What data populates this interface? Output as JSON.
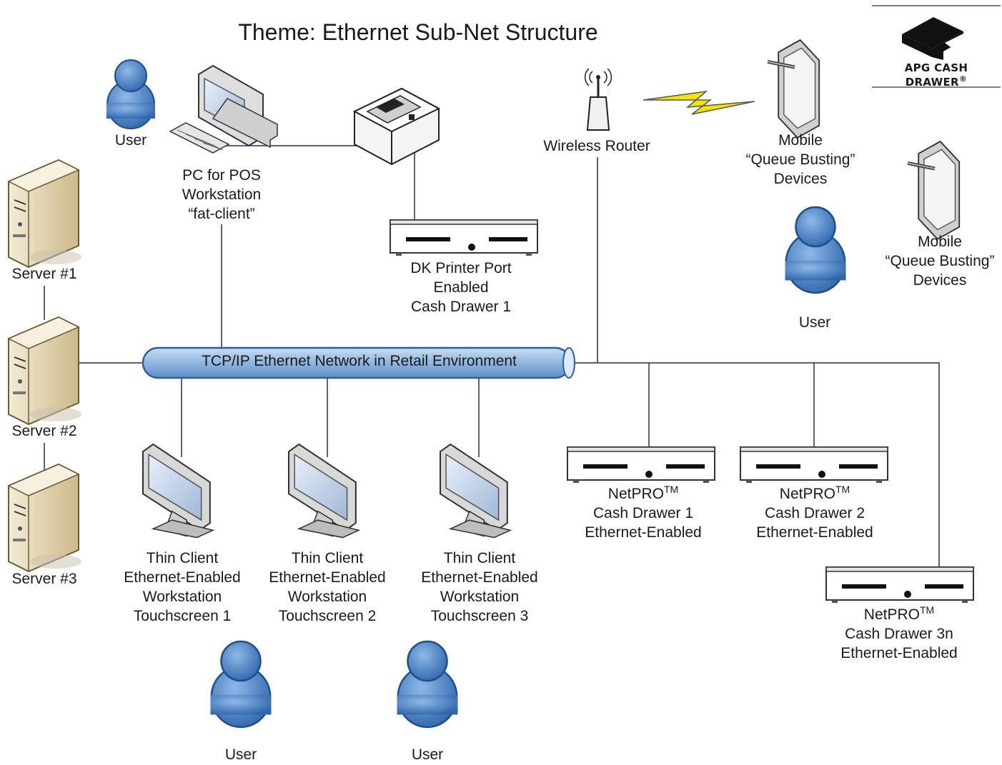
{
  "title": "Theme: Ethernet Sub-Net Structure",
  "logo": {
    "text": "APG CASH DRAWER",
    "mark": "®"
  },
  "network": {
    "label": "TCP/IP Ethernet Network in Retail Environment"
  },
  "nodes": {
    "user_top": "User",
    "pc": [
      "PC for POS",
      "Workstation",
      "“fat-client”"
    ],
    "dk_drawer": [
      "DK Printer Port",
      "Enabled",
      "Cash Drawer 1"
    ],
    "router": "Wireless Router",
    "mobile1": [
      "Mobile",
      "“Queue Busting”",
      "Devices"
    ],
    "mobile2": [
      "Mobile",
      "“Queue Busting”",
      "Devices"
    ],
    "user_mobile": "User",
    "server1": "Server #1",
    "server2": "Server #2",
    "server3": "Server #3",
    "thin1": [
      "Thin Client",
      "Ethernet-Enabled",
      "Workstation",
      "Touchscreen 1"
    ],
    "thin2": [
      "Thin Client",
      "Ethernet-Enabled",
      "Workstation",
      "Touchscreen 2"
    ],
    "thin3": [
      "Thin Client",
      "Ethernet-Enabled",
      "Workstation",
      "Touchscreen 3"
    ],
    "netpro1": {
      "name": "NetPRO",
      "tm": "TM",
      "lines": [
        "Cash Drawer 1",
        "Ethernet-Enabled"
      ]
    },
    "netpro2": {
      "name": "NetPRO",
      "tm": "TM",
      "lines": [
        "Cash Drawer 2",
        "Ethernet-Enabled"
      ]
    },
    "netpro3": {
      "name": "NetPRO",
      "tm": "TM",
      "lines": [
        "Cash Drawer 3n",
        "Ethernet-Enabled"
      ]
    },
    "user_bottom1": "User",
    "user_bottom2": "User"
  },
  "colors": {
    "person_fill": "#4a86c8",
    "person_dark": "#1f4f8a",
    "pipe_fill": "#8fb6e0",
    "pipe_stroke": "#2e5f99",
    "line": "#2a2a5a",
    "bolt": "#f2e600",
    "server_fill": "#d9c9a0"
  },
  "icons": [
    "person-icon",
    "desktop-pc-icon",
    "receipt-printer-icon",
    "cash-drawer-icon",
    "wifi-router-icon",
    "lightning-bolt-icon",
    "tablet-icon",
    "server-icon",
    "touchscreen-monitor-icon",
    "apg-logo-icon"
  ]
}
